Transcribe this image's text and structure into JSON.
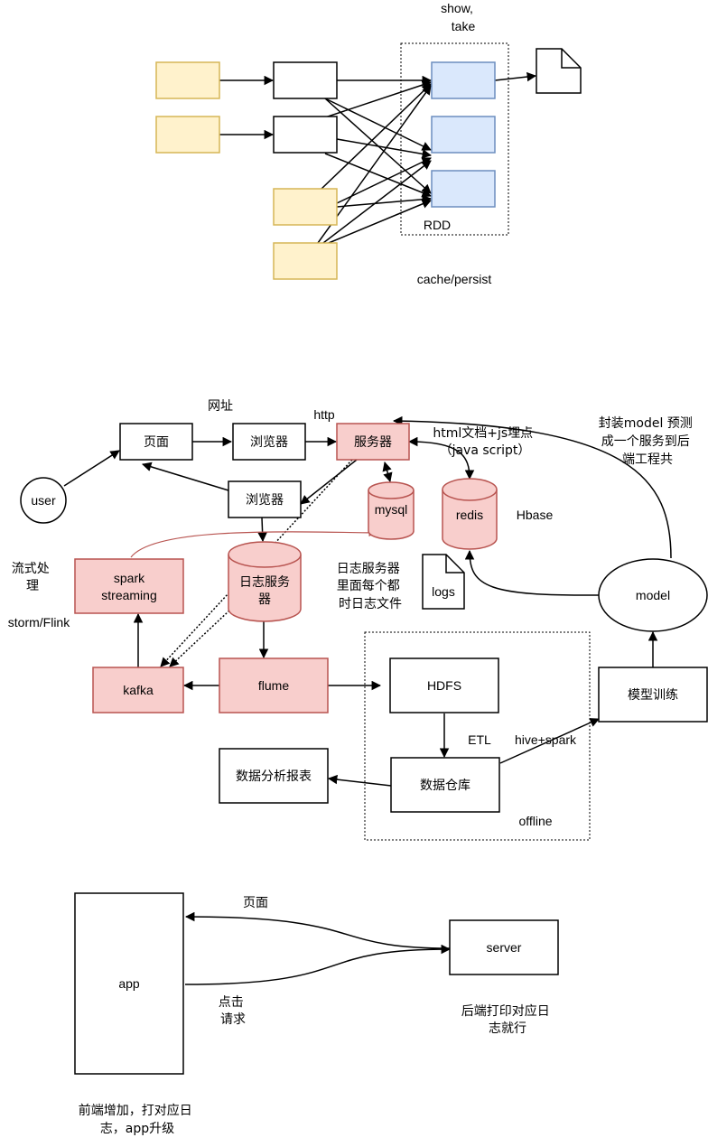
{
  "rdd_section": {
    "show_take": [
      "show,",
      "take"
    ],
    "rdd": "RDD",
    "cache_persist": "cache/persist"
  },
  "arch_section": {
    "wangzhi": "网址",
    "http": "http",
    "page": "页面",
    "browser_top": "浏览器",
    "server": "服务器",
    "html_doc": [
      "html文档+js埋点",
      "（java script）"
    ],
    "model_note": [
      "封装model 预测",
      "成一个服务到后",
      "端工程共"
    ],
    "user": "user",
    "browser_mid": "浏览器",
    "mysql": "mysql",
    "redis": "redis",
    "hbase": "Hbase",
    "stream_proc": [
      "流式处",
      "理"
    ],
    "spark_streaming": [
      "spark",
      "streaming"
    ],
    "storm_flink": "storm/Flink",
    "log_server": [
      "日志服务",
      "器"
    ],
    "log_note": [
      "日志服务器",
      "里面每个都",
      "时日志文件"
    ],
    "logs": "logs",
    "model": "model",
    "kafka": "kafka",
    "flume": "flume",
    "hdfs": "HDFS",
    "model_train": "模型训练",
    "etl": "ETL",
    "hive_spark": "hive+spark",
    "report": "数据分析报表",
    "warehouse": "数据仓库",
    "offline": "offline"
  },
  "app_section": {
    "page": "页面",
    "app": "app",
    "server": "server",
    "click": [
      "点击",
      "请求"
    ],
    "backend_note": [
      "后端打印对应日",
      "志就行"
    ],
    "frontend_note": [
      "前端增加，打对应日",
      "志，app升级"
    ]
  },
  "colors": {
    "yellow_fill": "#fff2cc",
    "yellow_stroke": "#d6b656",
    "blue_fill": "#dae8fc",
    "blue_stroke": "#6c8ebf",
    "red_fill": "#f8cecc",
    "red_stroke": "#b85450"
  }
}
